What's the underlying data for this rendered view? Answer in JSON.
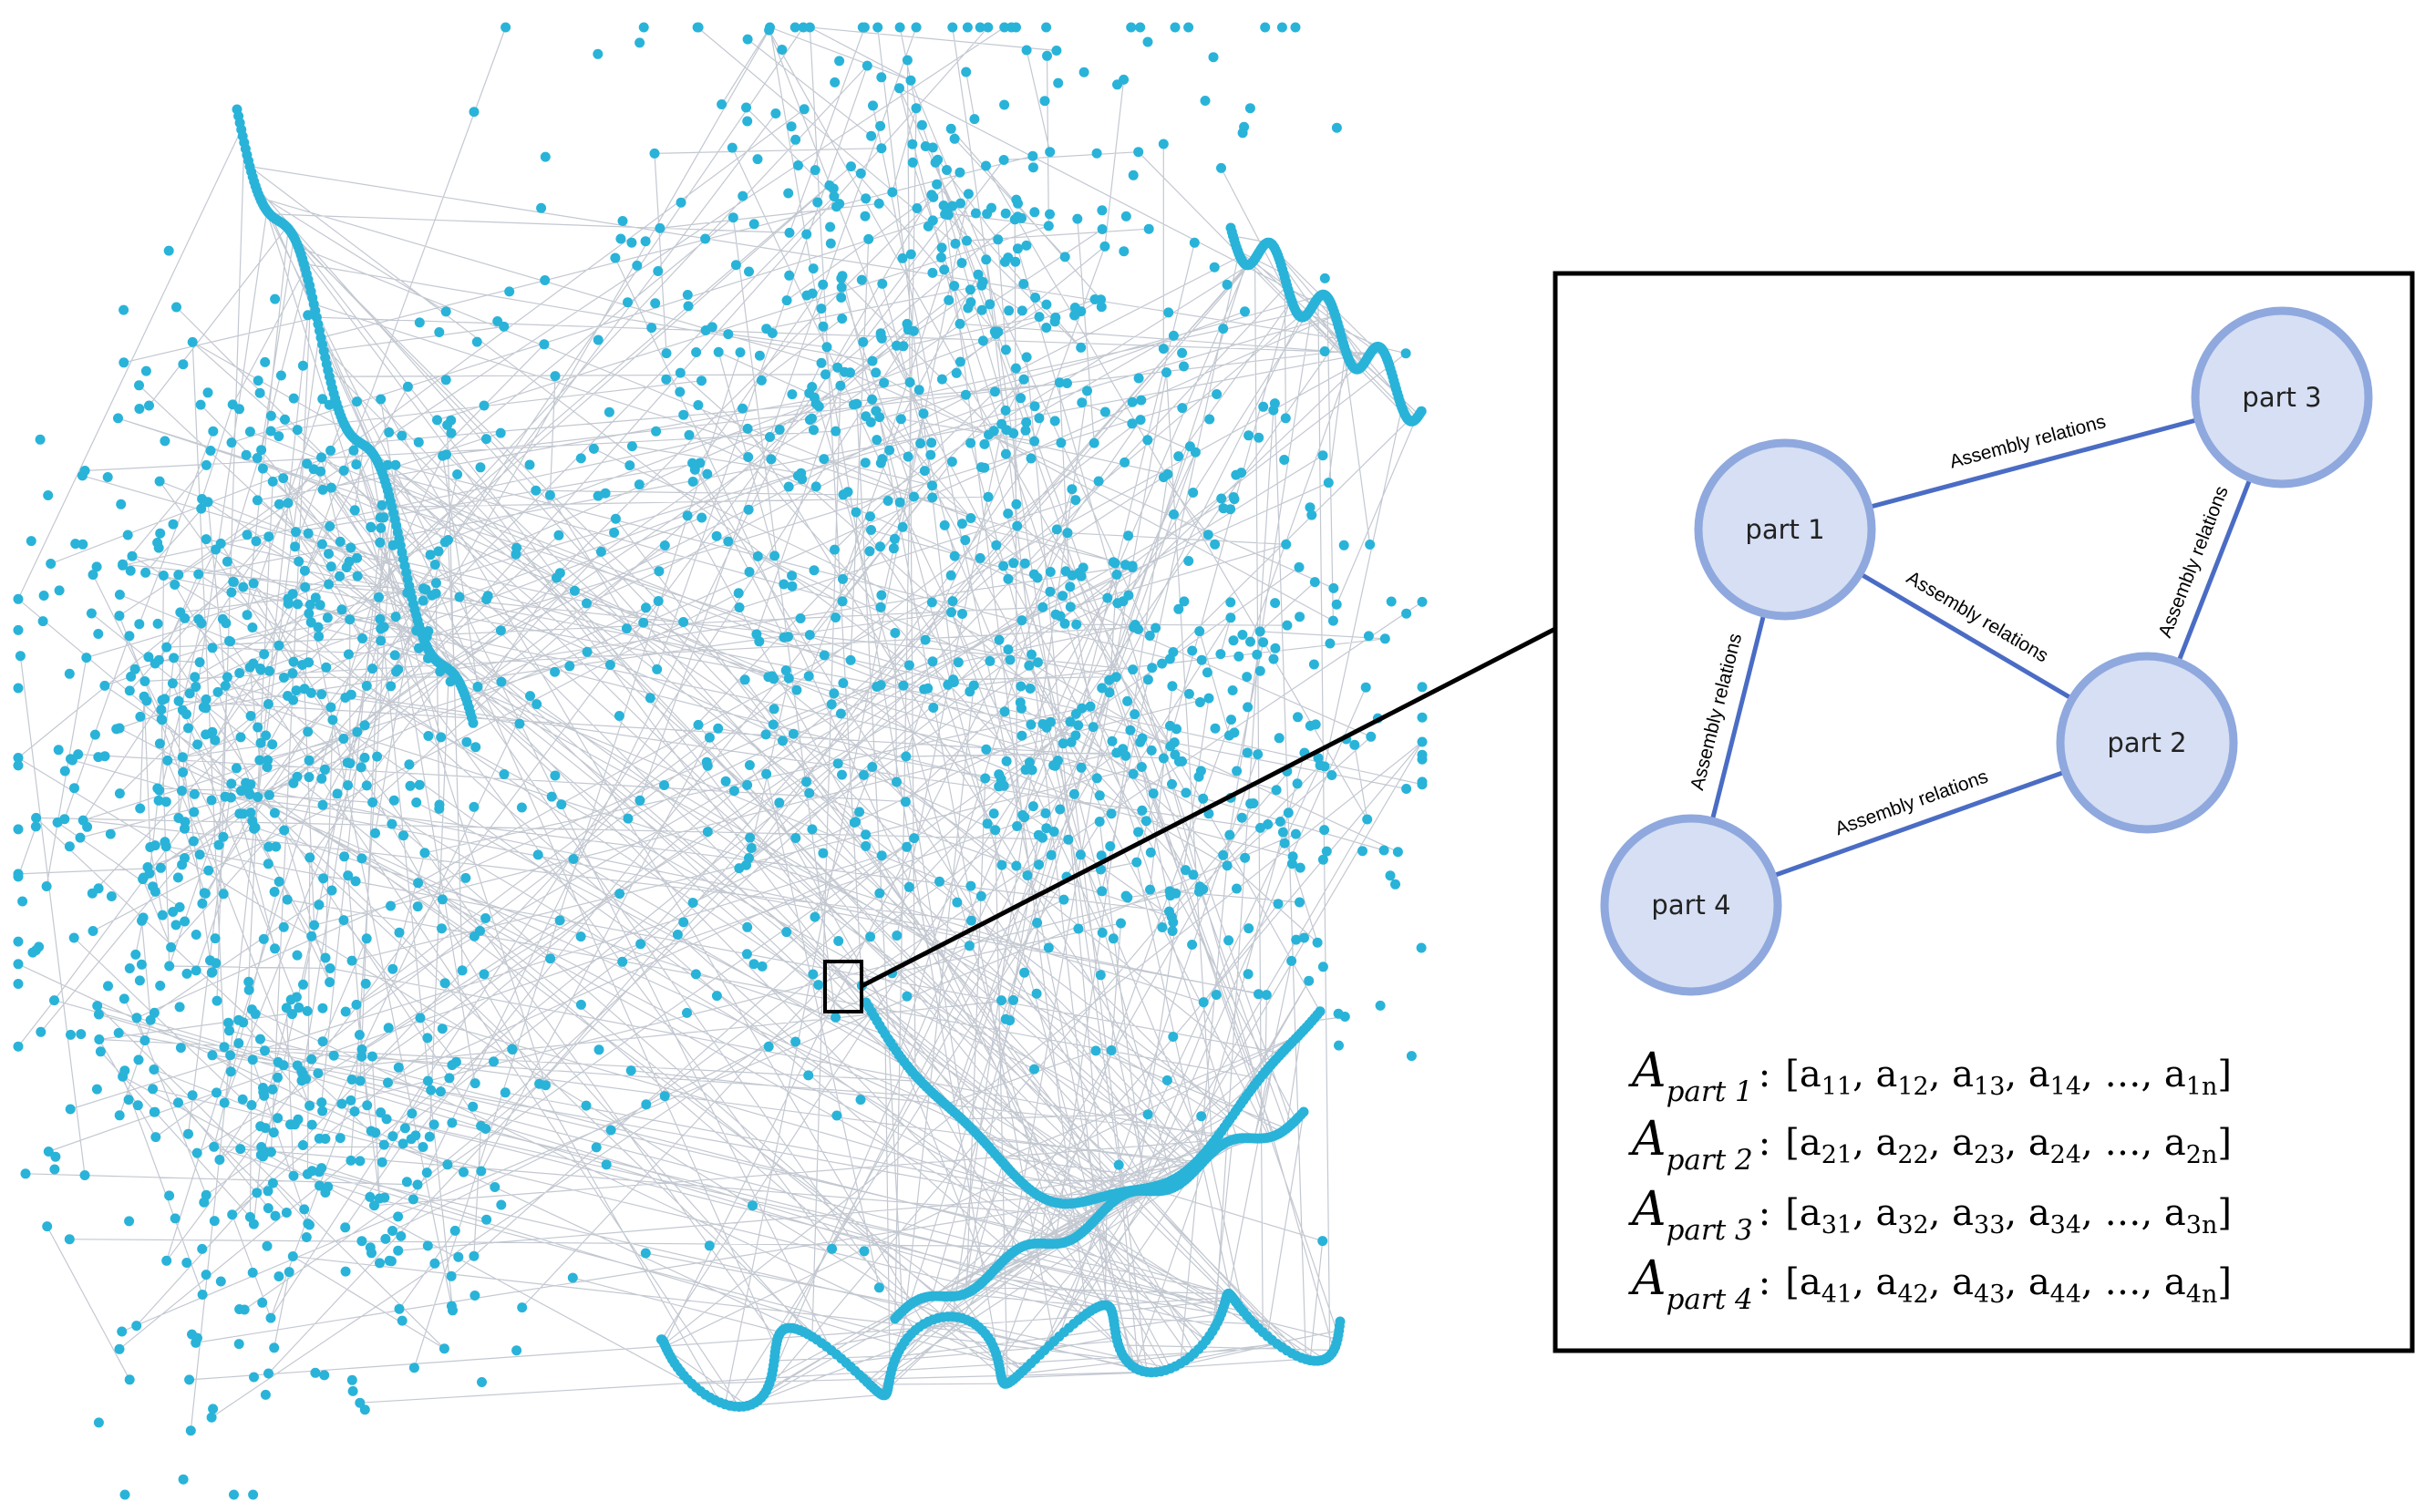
{
  "diagram": {
    "nodes": [
      {
        "id": "p1",
        "label": "part 1"
      },
      {
        "id": "p2",
        "label": "part 2"
      },
      {
        "id": "p3",
        "label": "part 3"
      },
      {
        "id": "p4",
        "label": "part 4"
      }
    ],
    "edges": [
      {
        "from": "p1",
        "to": "p3",
        "label": "Assembly relations"
      },
      {
        "from": "p1",
        "to": "p2",
        "label": "Assembly relations"
      },
      {
        "from": "p3",
        "to": "p2",
        "label": "Assembly relations"
      },
      {
        "from": "p1",
        "to": "p4",
        "label": "Assembly relations"
      },
      {
        "from": "p4",
        "to": "p2",
        "label": "Assembly relations"
      }
    ],
    "colors": {
      "node_fill": "#d6dff3",
      "node_stroke": "#8fa8de",
      "edge": "#4a6cc4",
      "network_node": "#29b3d9",
      "network_edge": "#a9b0bd"
    }
  },
  "vectors": [
    {
      "var": "A",
      "sub": "part 1",
      "values": [
        "a11",
        "a12",
        "a13",
        "a14",
        "…",
        "a1n"
      ]
    },
    {
      "var": "A",
      "sub": "part 2",
      "values": [
        "a21",
        "a22",
        "a23",
        "a24",
        "…",
        "a2n"
      ]
    },
    {
      "var": "A",
      "sub": "part 3",
      "values": [
        "a31",
        "a32",
        "a33",
        "a34",
        "…",
        "a3n"
      ]
    },
    {
      "var": "A",
      "sub": "part 4",
      "values": [
        "a41",
        "a42",
        "a43",
        "a44",
        "…",
        "a4n"
      ]
    }
  ]
}
